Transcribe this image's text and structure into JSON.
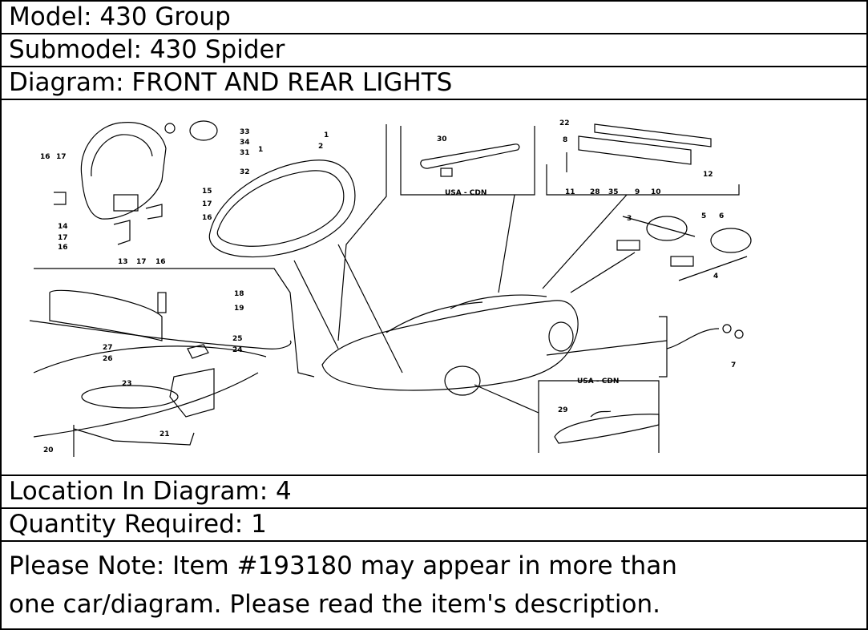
{
  "header": {
    "model": "Model: 430 Group",
    "submodel": "Submodel: 430 Spider",
    "diagram": "Diagram: FRONT AND REAR LIGHTS"
  },
  "diagram_labels": {
    "usa_cdn_top": "USA - CDN",
    "usa_cdn_bottom": "USA - CDN",
    "callouts": [
      "1",
      "2",
      "3",
      "4",
      "5",
      "6",
      "7",
      "8",
      "9",
      "10",
      "11",
      "12",
      "13",
      "14",
      "15",
      "16",
      "17",
      "18",
      "19",
      "20",
      "21",
      "22",
      "23",
      "24",
      "25",
      "26",
      "27",
      "28",
      "29",
      "30",
      "31",
      "32",
      "33",
      "34",
      "35"
    ]
  },
  "footer": {
    "location": "Location In Diagram: 4",
    "quantity": "Quantity Required: 1",
    "note_line1": "Please Note: Item #193180 may appear in more than",
    "note_line2": "one car/diagram. Please read the item's description."
  }
}
